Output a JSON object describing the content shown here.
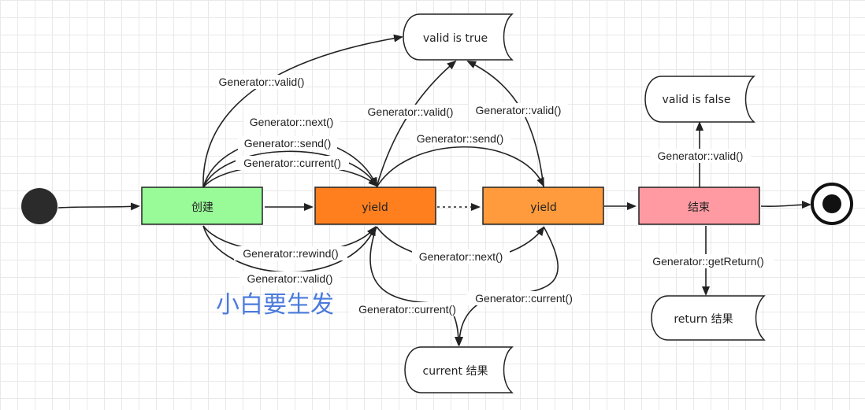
{
  "nodes": {
    "create": "创建",
    "yield1": "yield",
    "yield2": "yield",
    "end": "结束",
    "valid_true": "valid is true",
    "valid_false": "valid is false",
    "return_result": "return 结果",
    "current_result": "current 结果"
  },
  "edges": {
    "create_valid": "Generator::valid()",
    "create_next": "Generator::next()",
    "create_send": "Generator::send()",
    "create_current": "Generator::current()",
    "create_rewind": "Generator::rewind()",
    "create_valid_bottom": "Generator::valid()",
    "y1_valid": "Generator::valid()",
    "y2_valid": "Generator::valid()",
    "y1_send": "Generator::send()",
    "y1_next": "Generator::next()",
    "y1_current": "Generator::current()",
    "y2_current": "Generator::current()",
    "end_valid": "Generator::valid()",
    "end_getreturn": "Generator::getReturn()"
  },
  "watermark": "小白要生发",
  "colors": {
    "create": "#98fb98",
    "yield1": "#ff7f1f",
    "yield2": "#ff9b3c",
    "end": "#ff9aa2"
  }
}
